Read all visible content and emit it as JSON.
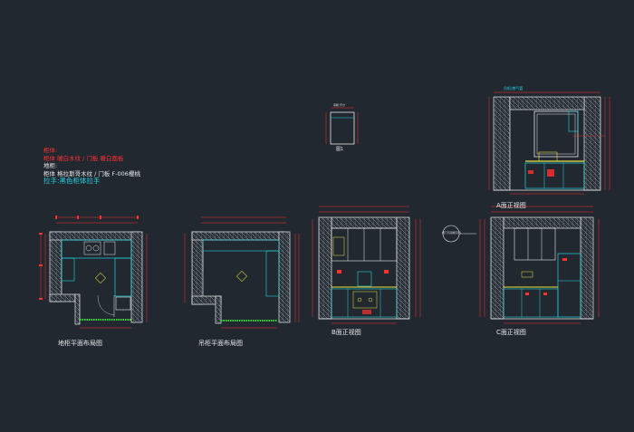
{
  "drawing": {
    "background": "#212830",
    "colors": {
      "wall": "#e8e8e8",
      "dimension": "#ff3030",
      "cabinet": "#22d4e0",
      "appliance": "#f0e040",
      "hatch": "#b0b0b0",
      "fixture": "#30e030"
    }
  },
  "notes": {
    "line1": "柜体:",
    "line2": "柜体  暖白木纹 / 门板 暖白面板",
    "line3": "地柜:",
    "line4": "柜体  格拉斯哥木纹 / 门板 F-006樱桃",
    "line5": "拉手:黑色柜体拉手"
  },
  "views": {
    "floor_plan": "地柜平面布局图",
    "ceiling_plan": "吊柜平面布局图",
    "elev_a": "A面正视图",
    "elev_b": "B面正视图",
    "elev_c": "C面正视图",
    "fig1": "图1",
    "top_note": "吊柜/燃气管",
    "mid_note": "柜门与吊柜平齐"
  }
}
